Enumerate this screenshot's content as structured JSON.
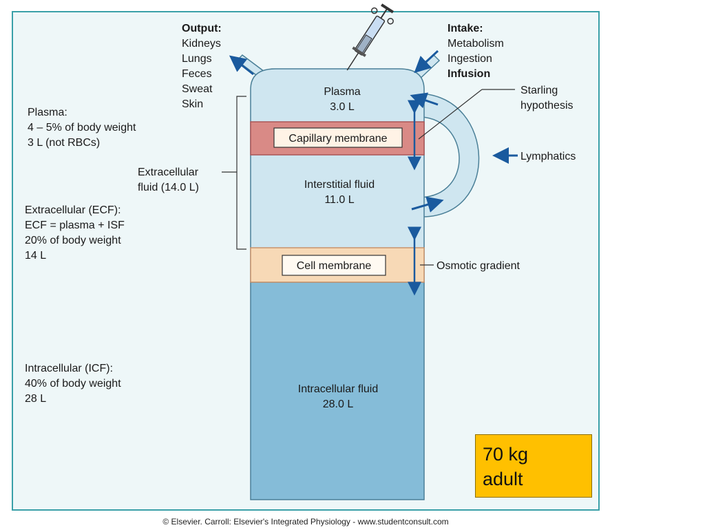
{
  "output": {
    "title": "Output:",
    "items": [
      "Kidneys",
      "Lungs",
      "Feces",
      "Sweat",
      "Skin"
    ]
  },
  "intake": {
    "title": "Intake:",
    "items": [
      "Metabolism",
      "Ingestion"
    ],
    "added": "Infusion"
  },
  "compartments": {
    "plasma": {
      "name": "Plasma",
      "volume": "3.0 L"
    },
    "interstitial": {
      "name": "Interstitial fluid",
      "volume": "11.0 L"
    },
    "intracellular": {
      "name": "Intracellular fluid",
      "volume": "28.0 L"
    }
  },
  "membranes": {
    "capillary": "Capillary membrane",
    "cell": "Cell membrane"
  },
  "right_labels": {
    "starling": [
      "Starling",
      "hypothesis"
    ],
    "lymphatics": "Lymphatics",
    "osmotic": "Osmotic gradient"
  },
  "left_notes": {
    "plasma": [
      "Plasma:",
      "4 – 5% of body weight",
      "3 L (not RBCs)"
    ],
    "extracellular_bracket": [
      "Extracellular",
      "fluid (14.0 L)"
    ],
    "ecf": [
      "Extracellular (ECF):",
      "ECF = plasma + ISF",
      "20% of body weight",
      "14 L"
    ],
    "icf": [
      "Intracellular (ICF):",
      "40% of body weight",
      "28 L"
    ]
  },
  "badge": [
    "70 kg",
    "adult"
  ],
  "footer": "© Elsevier. Carroll: Elsevier's Integrated Physiology - www.studentconsult.com",
  "colors": {
    "panel": "#eef7f8",
    "panel_border": "#3aa0a8",
    "light_fluid": "#cfe6f0",
    "dark_fluid": "#85bcd8",
    "capillary_band": "#d98a86",
    "cell_band": "#f7d9b6",
    "arrow": "#1a5a9e",
    "badge": "#ffc000"
  }
}
